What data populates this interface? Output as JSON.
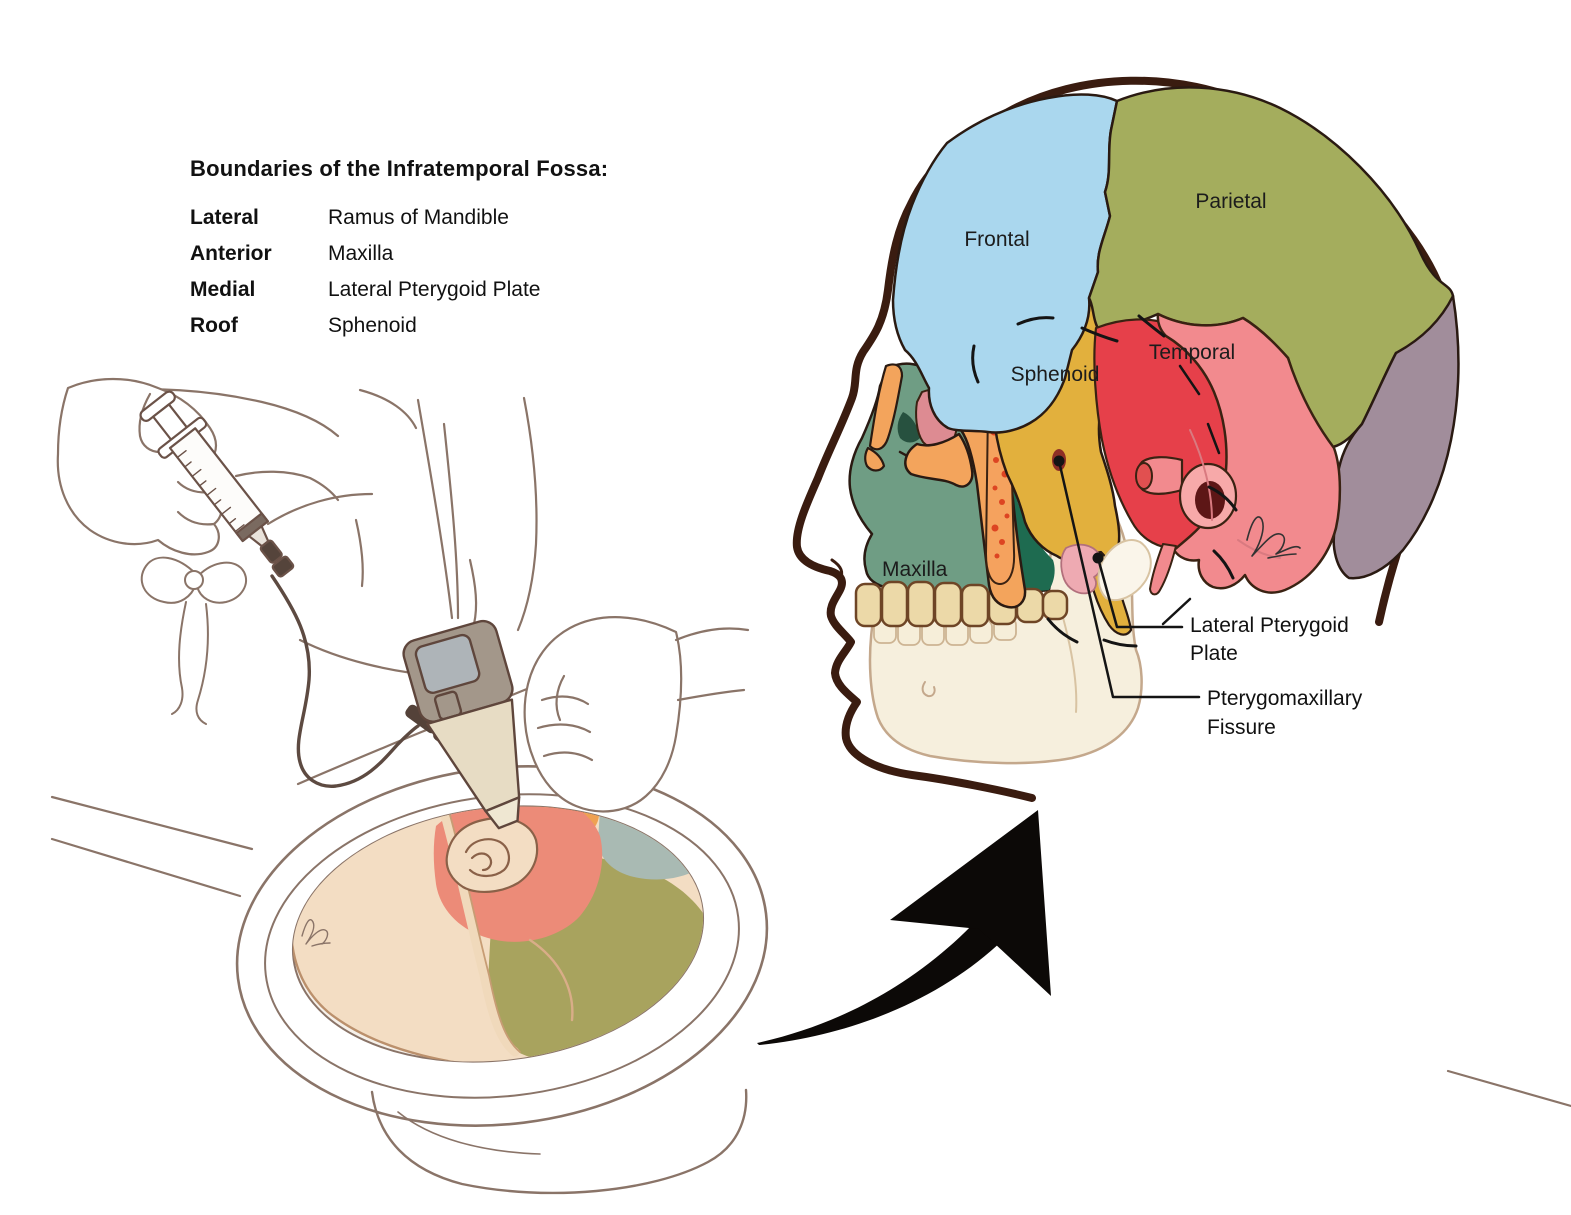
{
  "figure": {
    "boundaries_panel": {
      "title": "Boundaries of the Infratemporal Fossa:",
      "rows": [
        {
          "term": "Lateral",
          "structure": "Ramus of Mandible"
        },
        {
          "term": "Anterior",
          "structure": "Maxilla"
        },
        {
          "term": "Medial",
          "structure": "Lateral Pterygoid Plate"
        },
        {
          "term": "Roof",
          "structure": "Sphenoid"
        }
      ]
    },
    "skull_diagram": {
      "labels": {
        "frontal": "Frontal",
        "parietal": "Parietal",
        "temporal": "Temporal",
        "sphenoid": "Sphenoid",
        "maxilla": "Maxilla"
      },
      "callouts": {
        "lateral_pterygoid_plate": {
          "line1": "Lateral Pterygoid",
          "line2": "Plate"
        },
        "pterygomaxillary_fissure": {
          "line1": "Pterygomaxillary",
          "line2": "Fissure"
        }
      },
      "colors": {
        "outline": "#3a1c10",
        "frontal": "#aad7ee",
        "parietal": "#a4ad5d",
        "temporal": "#f28a8e",
        "temporal_deep": "#e6404a",
        "sphenoid": "#e2b03d",
        "occipital": "#a18d9b",
        "maxilla": "#6f9d84",
        "maxilla_deep": "#1e6b50",
        "zygomatic": "#f3a45c",
        "marrow": "#f5a25e",
        "marrow_dots": "#dd4422",
        "mandible": "#f6efdd",
        "teeth": "#ecd9a8",
        "fissure_spot": "#8e2f26"
      }
    },
    "procedure_illustration": {
      "colors": {
        "line_art": "#8a7468",
        "skin": "#f3ddc3",
        "scalp_red": "#ec8b78",
        "scalp_olive": "#a8a35e",
        "scalp_blue": "#a9bab3",
        "scalp_orange": "#efa152",
        "probe_top": "#a3978a",
        "probe_screen": "#aeb4b8",
        "probe_body": "#e7dcc4",
        "arrow": "#0c0907"
      }
    }
  }
}
